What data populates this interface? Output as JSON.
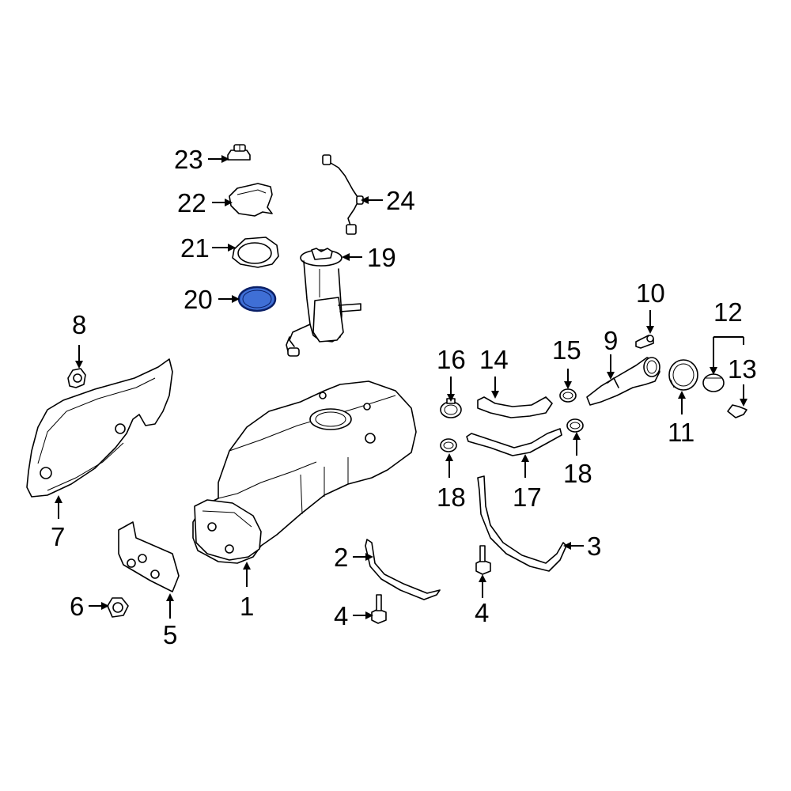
{
  "colors": {
    "line": "#000000",
    "background": "#ffffff",
    "highlight_fill": "#3f6fd6",
    "highlight_stroke": "#0a1f66"
  },
  "callouts": {
    "c1": "1",
    "c2": "2",
    "c3": "3",
    "c4a": "4",
    "c4b": "4",
    "c5": "5",
    "c6": "6",
    "c7": "7",
    "c8": "8",
    "c9": "9",
    "c10": "10",
    "c11": "11",
    "c12": "12",
    "c13": "13",
    "c14": "14",
    "c15": "15",
    "c16": "16",
    "c17": "17",
    "c18a": "18",
    "c18b": "18",
    "c19": "19",
    "c20": "20",
    "c21": "21",
    "c22": "22",
    "c23": "23",
    "c24": "24"
  },
  "highlighted_part": "20"
}
